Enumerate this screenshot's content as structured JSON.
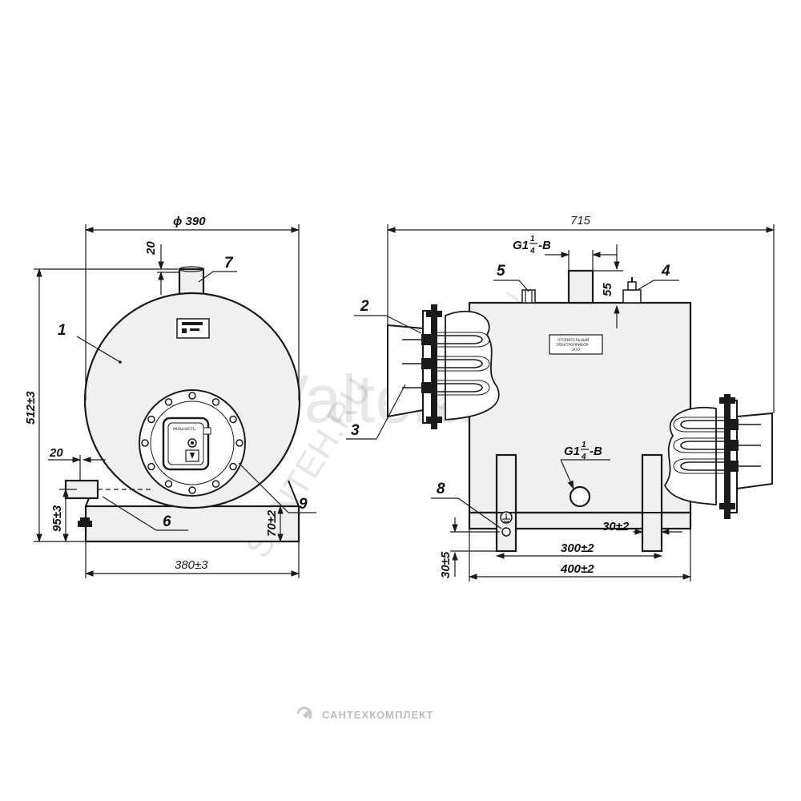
{
  "callouts": [
    "1",
    "2",
    "3",
    "4",
    "5",
    "6",
    "7",
    "8",
    "9"
  ],
  "dimensions": {
    "front_diameter": "ϕ 390",
    "front_height": "512±3",
    "front_pipe_top": "20",
    "front_pipe_side": "20",
    "front_pipe_height": "95±3",
    "front_base_height": "70±2",
    "front_width": "380±3",
    "side_length": "715",
    "side_top_pipe_height": "55",
    "side_foot_width": "30±2",
    "side_feet_spacing": "300±2",
    "side_base_length": "400±2",
    "side_ground_height": "30±5"
  },
  "threads": {
    "top": {
      "main": "G1",
      "num": "1",
      "den": "4",
      "suffix": "-B"
    },
    "bottom": {
      "main": "G1",
      "num": "1",
      "den": "4",
      "suffix": "-B"
    }
  },
  "plates": {
    "front_label": "МОЩНОСТЬ",
    "side_label_line1": "ОТОПИТЕЛЬНЫЙ",
    "side_label_line2": "ЭЛЕКТРОПРИБОР",
    "side_label_line3": "ЭПО"
  },
  "watermarks": {
    "brand": "Valtera",
    "site": "SANTEH.RU",
    "footer": "САНТЕХКОМПЛЕКТ"
  },
  "colors": {
    "line": "#1a1a1a",
    "body_fill": "#f0f0f0",
    "watermark": "#bdbdbd"
  }
}
